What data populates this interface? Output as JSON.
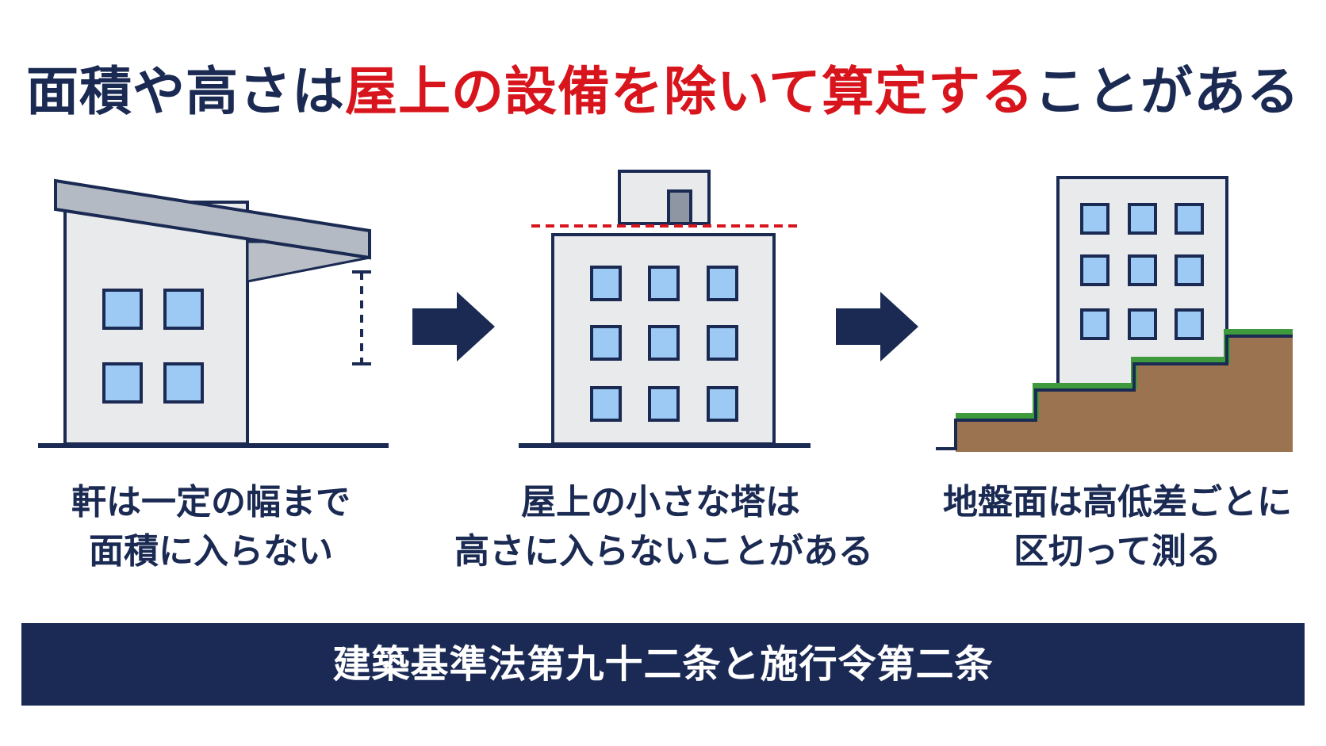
{
  "title": {
    "part1": "面積や高さは",
    "part2": "屋上の設備を除いて算定する",
    "part3": "ことがある"
  },
  "panels": [
    {
      "caption_line1": "軒は一定の幅まで",
      "caption_line2": "面積に入らない"
    },
    {
      "caption_line1": "屋上の小さな塔は",
      "caption_line2": "高さに入らないことがある"
    },
    {
      "caption_line1": "地盤面は高低差ごとに",
      "caption_line2": "区切って測る"
    }
  ],
  "footer": {
    "text": "建築基準法第九十二条と施行令第二条"
  },
  "colors": {
    "navy": "#1a2a52",
    "accent_red": "#d8141c",
    "building_fill": "#e9eaec",
    "window_fill": "#9ccaf5",
    "roof_fill": "#b4bac4",
    "grass": "#3e9a3c",
    "earth": "#9c7350"
  },
  "icons": [
    "arrow-right-icon",
    "arrow-right-icon"
  ]
}
